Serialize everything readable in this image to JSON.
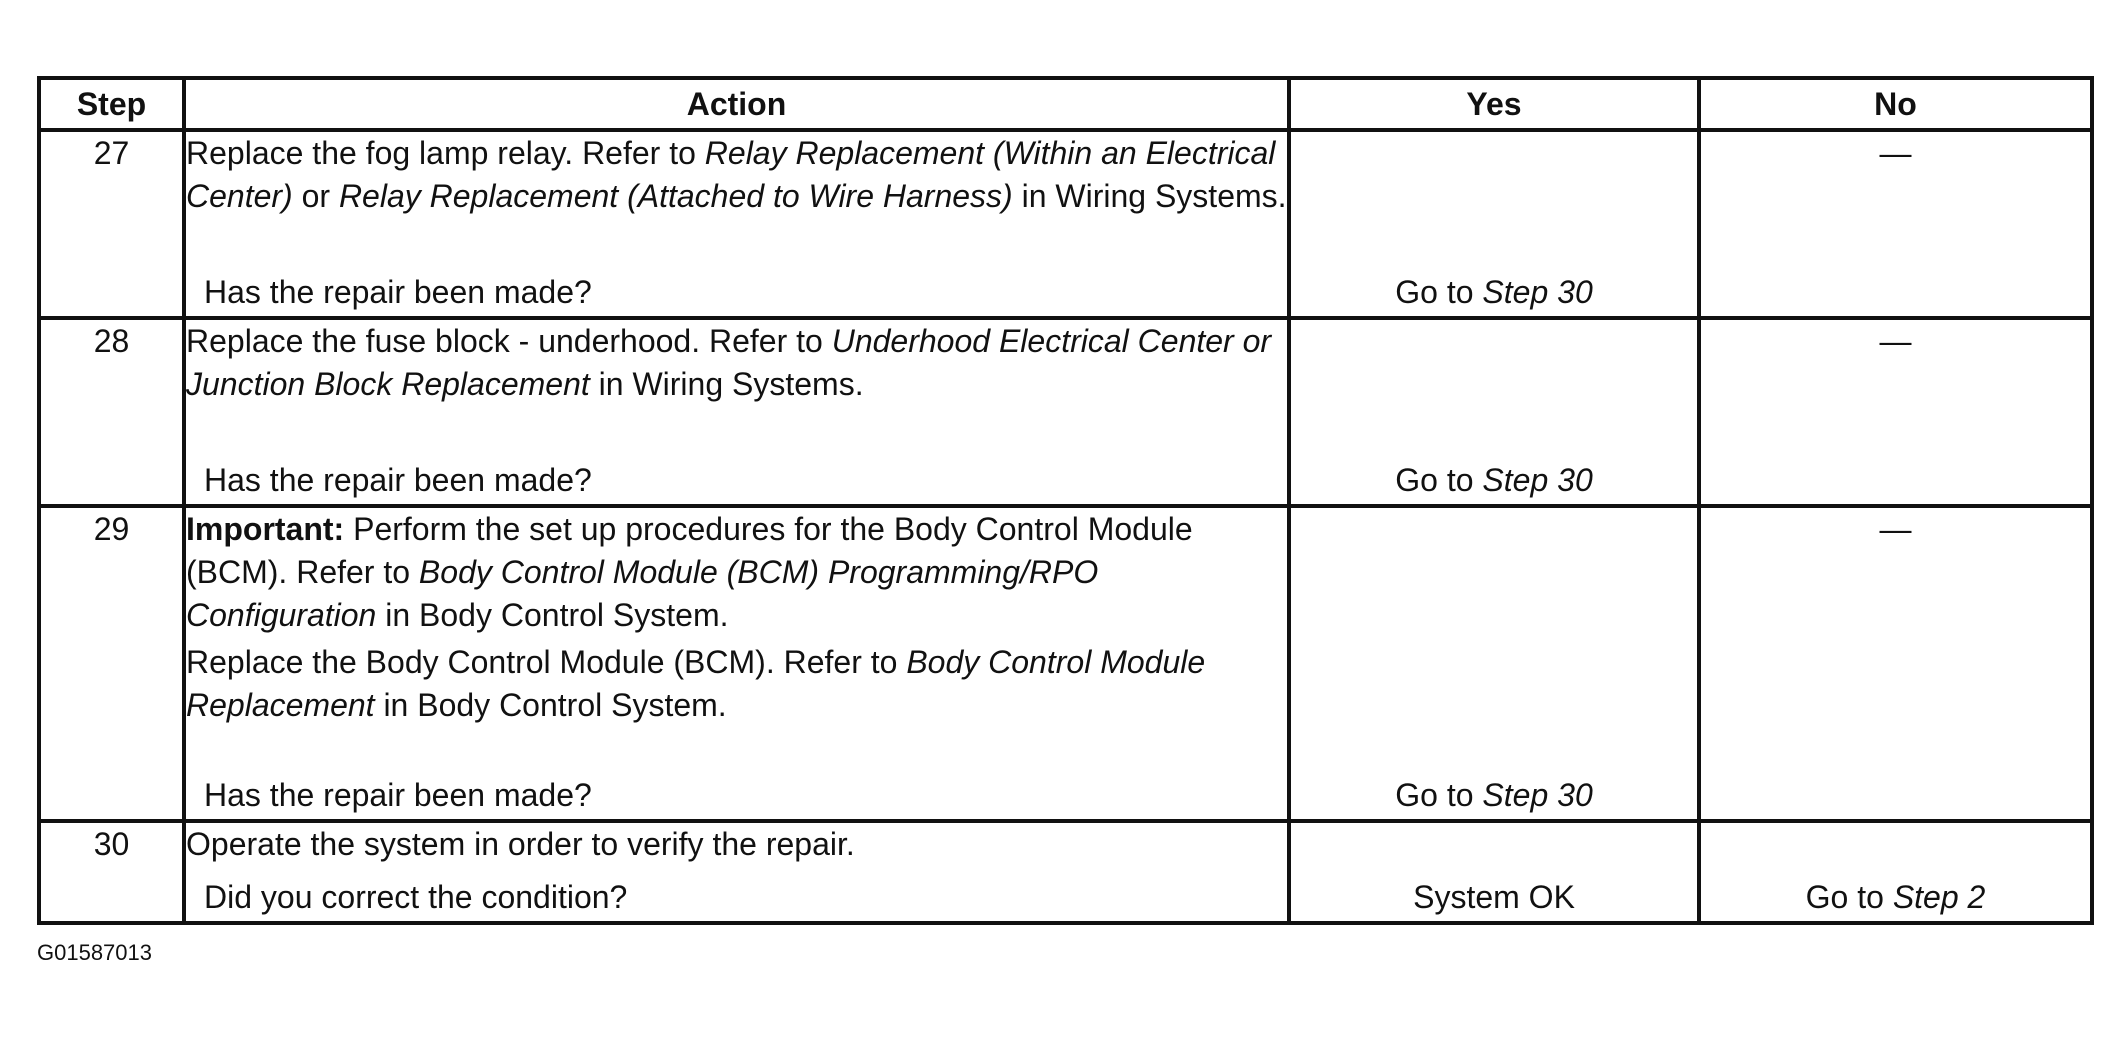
{
  "headers": {
    "step": "Step",
    "action": "Action",
    "yes": "Yes",
    "no": "No"
  },
  "rows": [
    {
      "step": "27",
      "action": [
        [
          {
            "t": "Replace the fog lamp relay. Refer to ",
            "s": "n"
          },
          {
            "t": "Relay Replacement (Within an Electrical Center)",
            "s": "i"
          },
          {
            "t": " or ",
            "s": "n"
          },
          {
            "t": "Relay Replacement (Attached to Wire Harness)",
            "s": "i"
          },
          {
            "t": " in Wiring Systems.",
            "s": "n"
          }
        ]
      ],
      "question": "Has the repair been made?",
      "yes": [
        {
          "t": "Go to ",
          "s": "n"
        },
        {
          "t": "Step 30",
          "s": "i"
        }
      ],
      "no": "—",
      "height": 188
    },
    {
      "step": "28",
      "action": [
        [
          {
            "t": "Replace the fuse block - underhood. Refer to ",
            "s": "n"
          },
          {
            "t": "Underhood Electrical Center or Junction Block Replacement",
            "s": "i"
          },
          {
            "t": " in Wiring Systems.",
            "s": "n"
          }
        ]
      ],
      "question": "Has the repair been made?",
      "yes": [
        {
          "t": "Go to ",
          "s": "n"
        },
        {
          "t": "Step 30",
          "s": "i"
        }
      ],
      "no": "—",
      "height": 188
    },
    {
      "step": "29",
      "action": [
        [
          {
            "t": "Important:",
            "s": "b"
          },
          {
            "t": " Perform the set up procedures for the Body Control Module (BCM). Refer to ",
            "s": "n"
          },
          {
            "t": "Body Control Module (BCM) Programming/RPO Configuration",
            "s": "i"
          },
          {
            "t": " in Body Control System.",
            "s": "n"
          }
        ],
        [
          {
            "t": "Replace the Body Control Module (BCM). Refer to ",
            "s": "n"
          },
          {
            "t": "Body Control Module Replacement",
            "s": "i"
          },
          {
            "t": " in Body Control System.",
            "s": "n"
          }
        ]
      ],
      "question": "Has the repair been made?",
      "yes": [
        {
          "t": "Go to ",
          "s": "n"
        },
        {
          "t": "Step 30",
          "s": "i"
        }
      ],
      "no": "—",
      "height": 315
    },
    {
      "step": "30",
      "action": [
        [
          {
            "t": "Operate the system in order to verify the repair.",
            "s": "n"
          }
        ]
      ],
      "question": "Did you correct the condition?",
      "yes": [
        {
          "t": "System OK",
          "s": "n"
        }
      ],
      "no_parts": [
        {
          "t": "Go to ",
          "s": "n"
        },
        {
          "t": "Step 2",
          "s": "i"
        }
      ],
      "no": "",
      "height": 102
    }
  ],
  "figure_id": "G01587013"
}
